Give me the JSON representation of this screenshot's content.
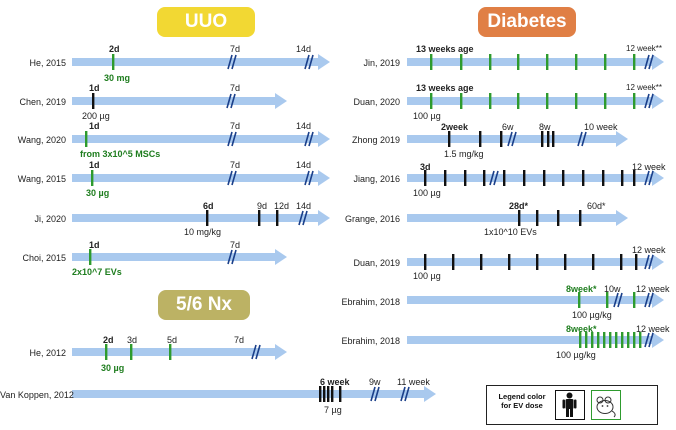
{
  "panels": {
    "uuo": {
      "title": "UUO",
      "color": "#f2d833"
    },
    "diabetes": {
      "title": "Diabetes",
      "color": "#e07f45"
    },
    "nx": {
      "title": "5/6 Nx",
      "color": "#bcb264"
    }
  },
  "colors": {
    "arrow": "#a9c9ee",
    "black_tick": "#111111",
    "green_tick": "#2e9b2e",
    "green_text": "#1e7d1e"
  },
  "legend": {
    "text": "Legend color for EV dose",
    "human_icon": "human-figure-icon",
    "mouse_icon": "mouse-icon"
  },
  "studies": [
    {
      "id": "he2015",
      "label": "He, 2015",
      "ticks": [
        {
          "t": "2d",
          "c": "green",
          "dose": "30 mg",
          "label_bold": true
        }
      ],
      "breaks": [
        {
          "t": "7d"
        },
        {
          "t": "14d"
        }
      ]
    },
    {
      "id": "chen2019",
      "label": "Chen, 2019",
      "ticks": [
        {
          "t": "1d",
          "c": "black",
          "dose": "200 µg",
          "label_bold": true
        }
      ],
      "breaks": [
        {
          "t": "7d"
        }
      ]
    },
    {
      "id": "wang2020",
      "label": "Wang, 2020",
      "ticks": [
        {
          "t": "1d",
          "c": "green",
          "dose": "from 3x10^5 MSCs",
          "label_bold": true
        }
      ],
      "breaks": [
        {
          "t": "7d"
        },
        {
          "t": "14d"
        }
      ]
    },
    {
      "id": "wang2015",
      "label": "Wang, 2015",
      "ticks": [
        {
          "t": "1d",
          "c": "green",
          "dose": "30 µg",
          "label_bold": true
        }
      ],
      "breaks": [
        {
          "t": "7d"
        },
        {
          "t": "14d"
        }
      ]
    },
    {
      "id": "ji2020",
      "label": "Ji, 2020",
      "ticks": [
        {
          "t": "6d",
          "c": "black",
          "dose": "10 mg/kg",
          "label_bold": true
        },
        {
          "t": "9d",
          "c": "black"
        },
        {
          "t": "12d",
          "c": "black"
        }
      ],
      "breaks": [
        {
          "t": "14d"
        }
      ]
    },
    {
      "id": "choi2015",
      "label": "Choi, 2015",
      "ticks": [
        {
          "t": "1d",
          "c": "green",
          "dose": "2x10^7 EVs",
          "label_bold": true
        }
      ],
      "breaks": [
        {
          "t": "7d"
        }
      ]
    },
    {
      "id": "he2012",
      "label": "He, 2012",
      "ticks": [
        {
          "t": "2d",
          "c": "green",
          "dose": "30 µg",
          "label_bold": true
        },
        {
          "t": "3d",
          "c": "green"
        },
        {
          "t": "5d",
          "c": "green"
        }
      ],
      "breaks": [
        {
          "t": "7d"
        }
      ]
    },
    {
      "id": "vankoppen2012",
      "label": "Van Koppen, 2012",
      "ticks": [
        {
          "t": "6 week",
          "c": "black",
          "dose": "7 µg",
          "label_bold": true
        }
      ],
      "breaks": [
        {
          "t": "9w"
        },
        {
          "t": "11 week"
        }
      ]
    },
    {
      "id": "jin2019",
      "label": "Jin, 2019",
      "ticks": [
        {
          "t": "13 weeks age",
          "c": "green",
          "label_bold": true
        }
      ],
      "end": "12 week**"
    },
    {
      "id": "duan2020",
      "label": "Duan, 2020",
      "ticks": [
        {
          "t": "13 weeks age",
          "c": "green",
          "dose": "100 µg",
          "label_bold": true
        }
      ],
      "end": "12 week**"
    },
    {
      "id": "zhong2019",
      "label": "Zhong 2019",
      "ticks": [
        {
          "t": "2week",
          "c": "black",
          "dose": "1.5 mg/kg",
          "label_bold": true
        }
      ],
      "breaks": [
        {
          "t": "6w"
        },
        {
          "t": "8w"
        },
        {
          "t": "10 week"
        }
      ]
    },
    {
      "id": "jiang2016",
      "label": "Jiang, 2016",
      "ticks": [
        {
          "t": "3d",
          "c": "black",
          "dose": "100 µg",
          "label_bold": true
        }
      ],
      "end": "12 week"
    },
    {
      "id": "grange2016",
      "label": "Grange, 2016",
      "ticks": [
        {
          "t": "28d*",
          "c": "black",
          "dose": "1x10^10 EVs",
          "label_bold": true
        }
      ],
      "breaks": [
        {
          "t": "60d*"
        }
      ]
    },
    {
      "id": "duan2019",
      "label": "Duan, 2019",
      "ticks": [
        {
          "t": "",
          "c": "black",
          "dose": "100 µg"
        }
      ],
      "end": "12 week"
    },
    {
      "id": "ebrahim2018a",
      "label": "Ebrahim, 2018",
      "ticks": [
        {
          "t": "8week*",
          "c": "green",
          "dose": "100 µg/kg",
          "label_bold": true
        },
        {
          "t": "10w",
          "c": "green"
        }
      ],
      "end": "12 week"
    },
    {
      "id": "ebrahim2018b",
      "label": "Ebrahim, 2018",
      "ticks": [
        {
          "t": "8week*",
          "c": "green",
          "dose": "100 µg/kg",
          "label_bold": true
        }
      ],
      "end": "12 week"
    }
  ]
}
